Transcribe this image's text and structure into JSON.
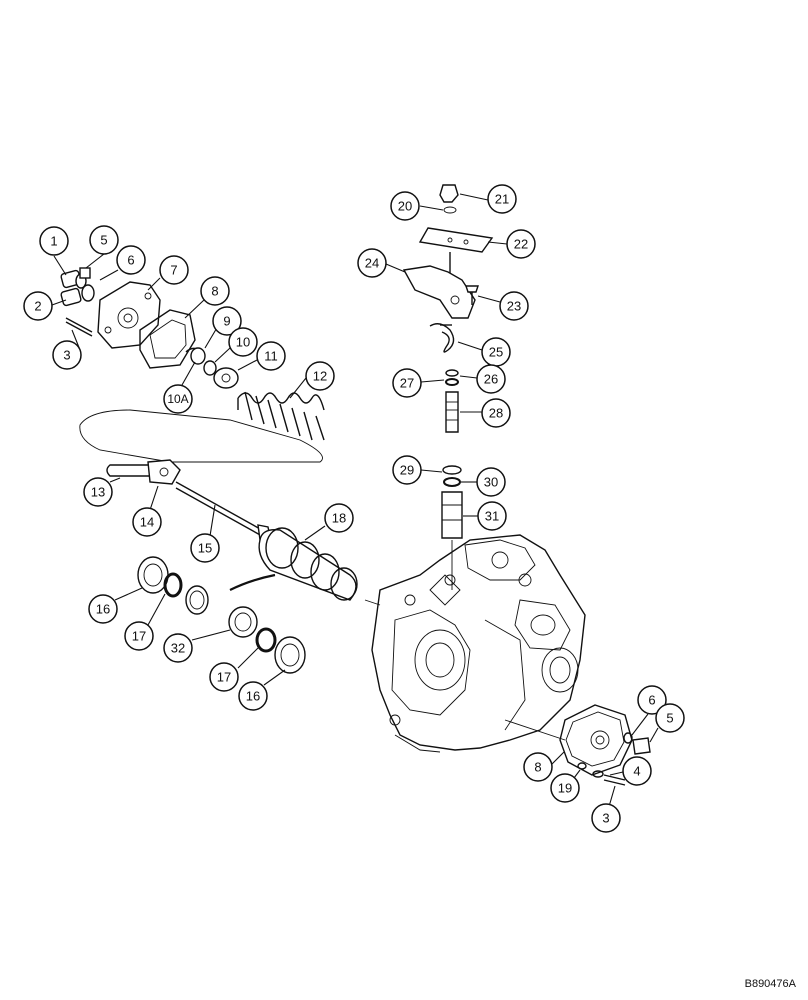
{
  "drawing_code": "B890476A",
  "callouts": [
    {
      "label": "1"
    },
    {
      "label": "5"
    },
    {
      "label": "6"
    },
    {
      "label": "7"
    },
    {
      "label": "2"
    },
    {
      "label": "3"
    },
    {
      "label": "8"
    },
    {
      "label": "9"
    },
    {
      "label": "10"
    },
    {
      "label": "10A"
    },
    {
      "label": "11"
    },
    {
      "label": "12"
    },
    {
      "label": "13"
    },
    {
      "label": "14"
    },
    {
      "label": "15"
    },
    {
      "label": "18"
    },
    {
      "label": "16"
    },
    {
      "label": "17"
    },
    {
      "label": "32"
    },
    {
      "label": "17"
    },
    {
      "label": "16"
    },
    {
      "label": "20"
    },
    {
      "label": "21"
    },
    {
      "label": "22"
    },
    {
      "label": "24"
    },
    {
      "label": "23"
    },
    {
      "label": "25"
    },
    {
      "label": "27"
    },
    {
      "label": "26"
    },
    {
      "label": "28"
    },
    {
      "label": "29"
    },
    {
      "label": "30"
    },
    {
      "label": "31"
    },
    {
      "label": "6"
    },
    {
      "label": "5"
    },
    {
      "label": "8"
    },
    {
      "label": "4"
    },
    {
      "label": "19"
    },
    {
      "label": "3"
    }
  ]
}
